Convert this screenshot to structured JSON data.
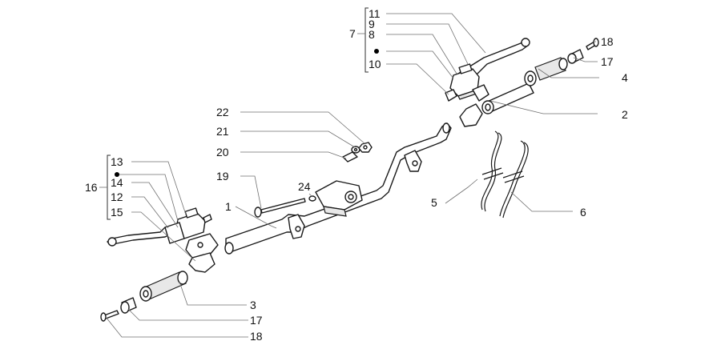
{
  "labels": {
    "l1": "1",
    "l2": "2",
    "l3": "3",
    "l4": "4",
    "l5": "5",
    "l6": "6",
    "l7": "7",
    "l8": "8",
    "l9": "9",
    "l10": "10",
    "l11": "11",
    "l12": "12",
    "l13": "13",
    "l14": "14",
    "l15": "15",
    "l16": "16",
    "l17a": "17",
    "l17b": "17",
    "l18a": "18",
    "l18b": "18",
    "l19": "19",
    "l20": "20",
    "l21": "21",
    "l22": "22",
    "l24": "24"
  }
}
